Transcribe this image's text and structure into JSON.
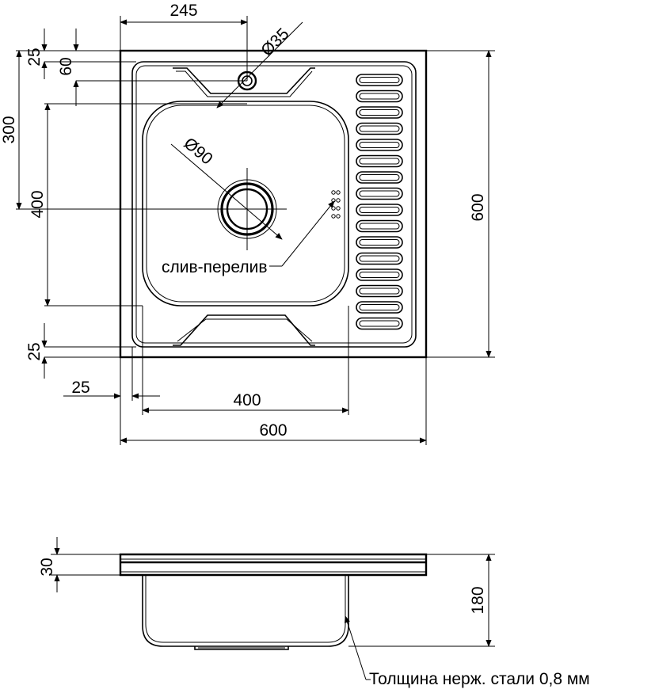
{
  "labels": {
    "width_top": "245",
    "drain_diameter": "Ø35",
    "dim_25_top": "25",
    "dim_60": "60",
    "dim_300": "300",
    "dim_400_left": "400",
    "bowl_diameter": "Ø90",
    "overflow": "слив-перелив",
    "dim_600_right": "600",
    "dim_25_bottom": "25",
    "dim_25_left": "25",
    "dim_400_bottom": "400",
    "dim_600_bottom": "600",
    "dim_30": "30",
    "dim_180": "180",
    "thickness_note": "Толщина нерж. стали 0,8 мм"
  }
}
